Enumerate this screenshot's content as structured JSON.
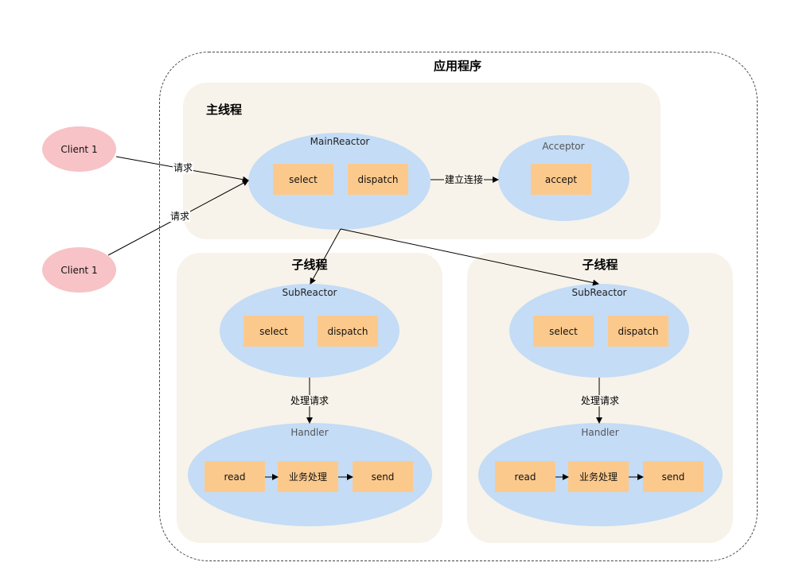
{
  "app": {
    "title": "应用程序"
  },
  "main_thread": {
    "title": "主线程",
    "main_reactor": {
      "label": "MainReactor",
      "select": "select",
      "dispatch": "dispatch"
    },
    "acceptor": {
      "label": "Acceptor",
      "accept": "accept"
    },
    "edge_label": "建立连接"
  },
  "clients": [
    {
      "label": "Client 1"
    },
    {
      "label": "Client 1"
    }
  ],
  "request_labels": [
    "请求",
    "请求"
  ],
  "sub_threads": [
    {
      "title": "子线程",
      "sub_reactor": {
        "label": "SubReactor",
        "select": "select",
        "dispatch": "dispatch"
      },
      "edge_label": "处理请求",
      "handler": {
        "label": "Handler",
        "read": "read",
        "business": "业务处理",
        "send": "send"
      }
    },
    {
      "title": "子线程",
      "sub_reactor": {
        "label": "SubReactor",
        "select": "select",
        "dispatch": "dispatch"
      },
      "edge_label": "处理请求",
      "handler": {
        "label": "Handler",
        "read": "read",
        "business": "业务处理",
        "send": "send"
      }
    }
  ]
}
